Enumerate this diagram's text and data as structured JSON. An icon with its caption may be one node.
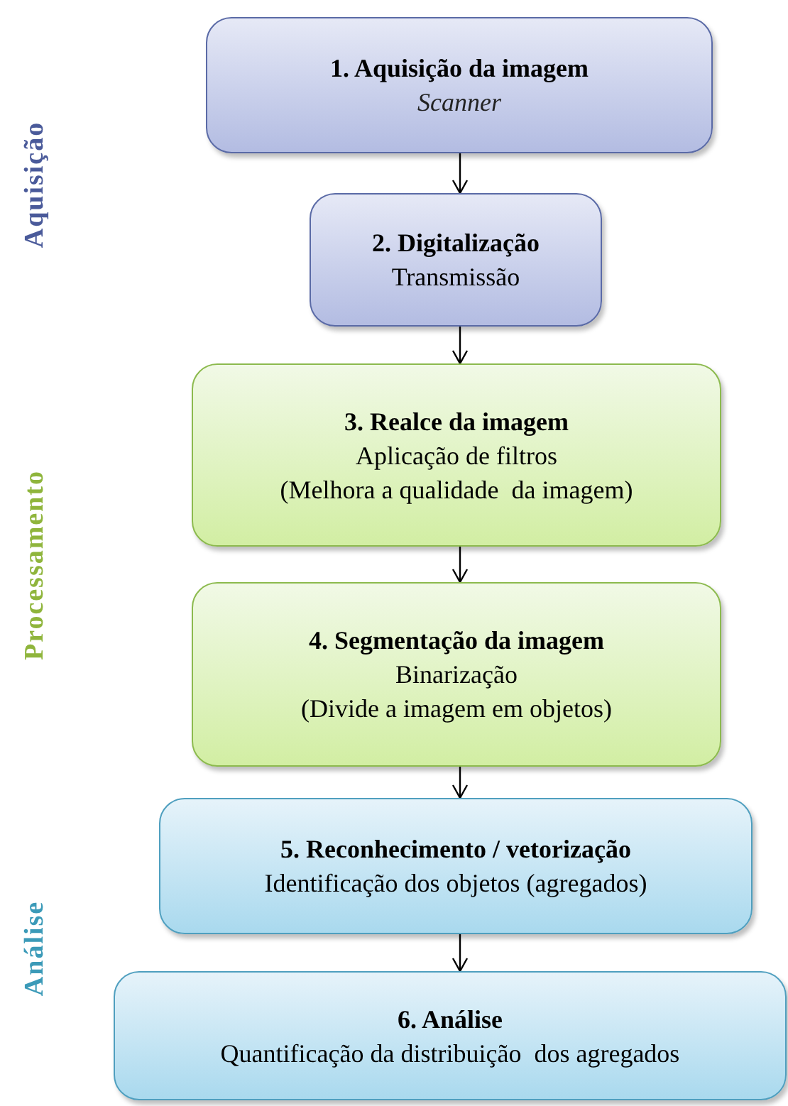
{
  "diagram": {
    "nodes": [
      {
        "text": [
          "1. Aquisição da imagem",
          "Scanner"
        ]
      },
      {
        "text": [
          "2. Digitalização",
          "Transmissão"
        ]
      },
      {
        "text": [
          "3. Realce da imagem",
          "Aplicação de filtros",
          "(Melhora a qualidade  da imagem)"
        ]
      },
      {
        "text": [
          "4. Segmentação da imagem",
          "Binarização",
          "(Divide a imagem em objetos)"
        ]
      },
      {
        "text": [
          "5. Reconhecimento / vetorização",
          "Identificação dos objetos (agregados)"
        ]
      },
      {
        "text": [
          "6. Análise",
          "Quantificação da distribuição  dos agregados"
        ]
      }
    ],
    "edges": [
      {
        "from": 0,
        "to": 1,
        "arrow": "to"
      },
      {
        "from": 1,
        "to": 2,
        "arrow": "to"
      },
      {
        "from": 2,
        "to": 3,
        "arrow": "to"
      },
      {
        "from": 3,
        "to": 4,
        "arrow": "to"
      },
      {
        "from": 4,
        "to": 5,
        "arrow": "to"
      }
    ],
    "labels": [
      "Aquisição",
      "Processamento",
      "Análise"
    ]
  }
}
